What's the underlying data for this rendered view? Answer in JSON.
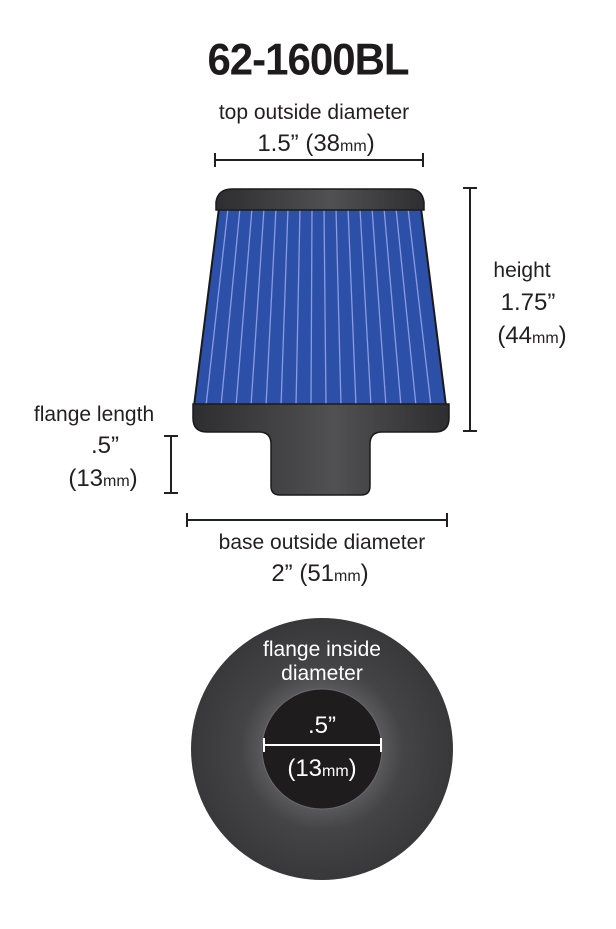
{
  "title": "62-1600BL",
  "top_outside_diameter": {
    "label": "top outside diameter",
    "inches": "1.5”",
    "mm_open": " (38",
    "mm_unit": "mm",
    "mm_close": ")"
  },
  "height": {
    "label": "height",
    "inches": "1.75”",
    "mm_open": "(44",
    "mm_unit": "mm",
    "mm_close": ")"
  },
  "flange_length": {
    "label": "flange length",
    "inches": ".5”",
    "mm_open": "(13",
    "mm_unit": "mm",
    "mm_close": ")"
  },
  "base_outside_diameter": {
    "label": "base outside diameter",
    "inches": "2”",
    "mm_open": " (51",
    "mm_unit": "mm",
    "mm_close": ")"
  },
  "flange_inside_diameter": {
    "label_line1": "flange inside",
    "label_line2": "diameter",
    "inches": ".5”",
    "mm_open": "(13",
    "mm_unit": "mm",
    "mm_close": ")"
  },
  "colors": {
    "filter_blue": "#2c4fa8",
    "pleat_line": "#8a9be0",
    "rubber_dark": "#3a3a3c",
    "inner_hole": "#1e1c1d",
    "text": "#231f20"
  }
}
